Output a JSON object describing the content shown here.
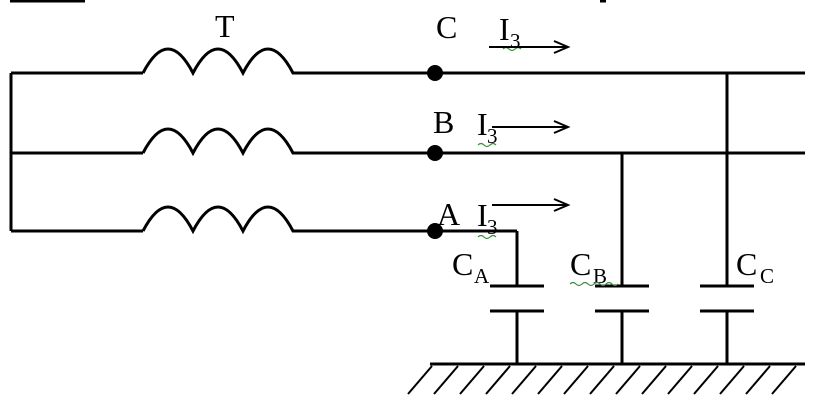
{
  "transformer_label": "T",
  "nodes": [
    {
      "id": "C",
      "label": "C"
    },
    {
      "id": "B",
      "label": "B"
    },
    {
      "id": "A",
      "label": "A"
    }
  ],
  "current": {
    "symbol": "I",
    "subscript": "3"
  },
  "capacitors": [
    {
      "id": "CA",
      "symbol": "C",
      "subscript": "A"
    },
    {
      "id": "CB",
      "symbol": "C",
      "subscript": "B"
    },
    {
      "id": "CC",
      "symbol": "C",
      "subscript": "C"
    }
  ],
  "colors": {
    "line": "#000000",
    "background": "#ffffff",
    "spellcheck_underline": "#3a8a3a"
  }
}
